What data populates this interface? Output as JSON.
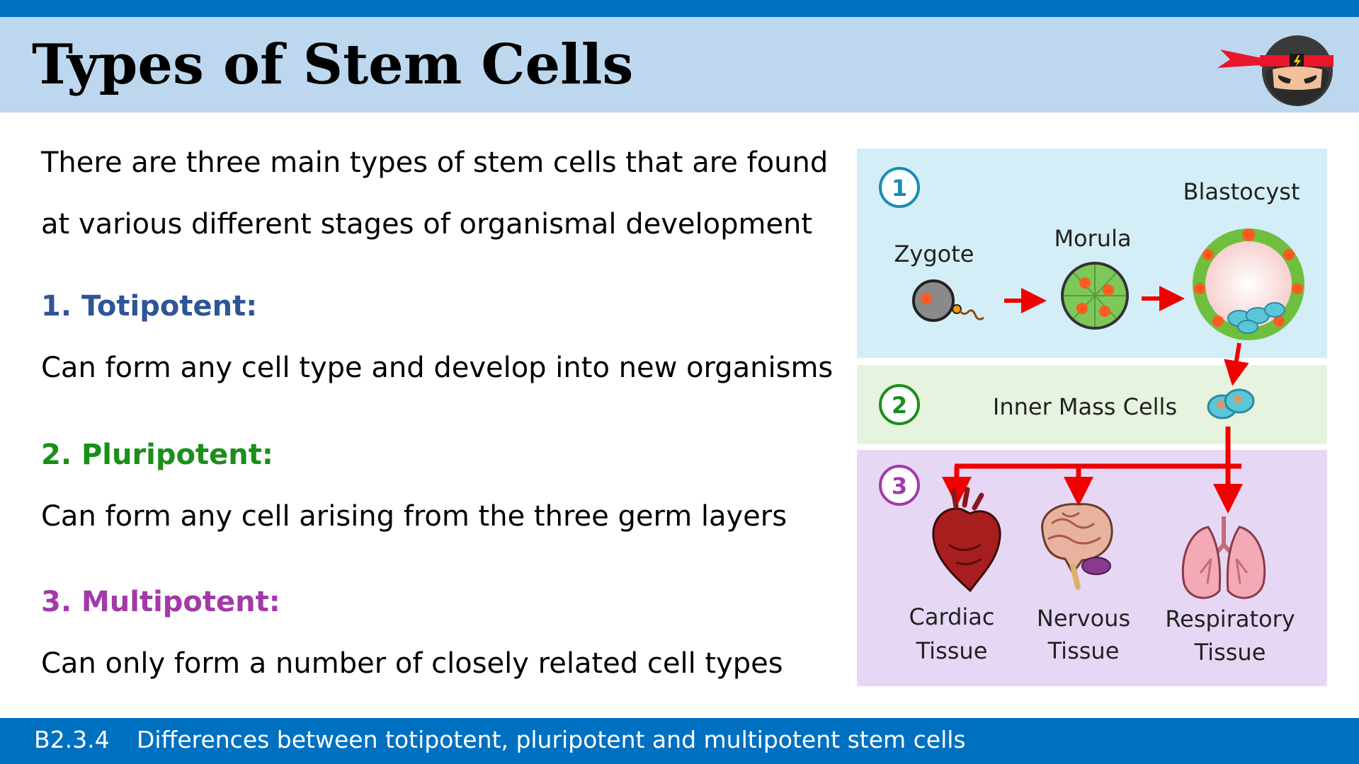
{
  "slide": {
    "title": "Types of Stem Cells",
    "intro_line1": "There are three main types of stem cells that are found",
    "intro_line2": "at various different stages of organismal development",
    "types": [
      {
        "heading": "1. Totipotent:",
        "description": "Can form any cell type and develop into new organisms",
        "color": "#2f5597"
      },
      {
        "heading": "2. Pluripotent:",
        "description": "Can form any cell arising from the three germ layers",
        "color": "#1a8f1a"
      },
      {
        "heading": "3. Multipotent:",
        "description": "Can only form a number of closely related cell types",
        "color": "#a23aa8"
      }
    ]
  },
  "diagram": {
    "stages": [
      "1",
      "2",
      "3"
    ],
    "zygote_label": "Zygote",
    "morula_label": "Morula",
    "blastocyst_label": "Blastocyst",
    "inner_mass_label": "Inner Mass Cells",
    "tissues": [
      {
        "line1": "Cardiac",
        "line2": "Tissue"
      },
      {
        "line1": "Nervous",
        "line2": "Tissue"
      },
      {
        "line1": "Respiratory",
        "line2": "Tissue"
      }
    ],
    "colors": {
      "panel1": "#d3eef6",
      "panel2": "#e6f3df",
      "panel3": "#e6d8f4",
      "arrow": "#ee0000"
    }
  },
  "footer": {
    "code": "B2.3.4",
    "text": "Differences between totipotent, pluripotent and multipotent stem cells"
  },
  "icons": [
    "ninja-mascot-icon",
    "heart-icon",
    "brain-icon",
    "lungs-icon"
  ]
}
